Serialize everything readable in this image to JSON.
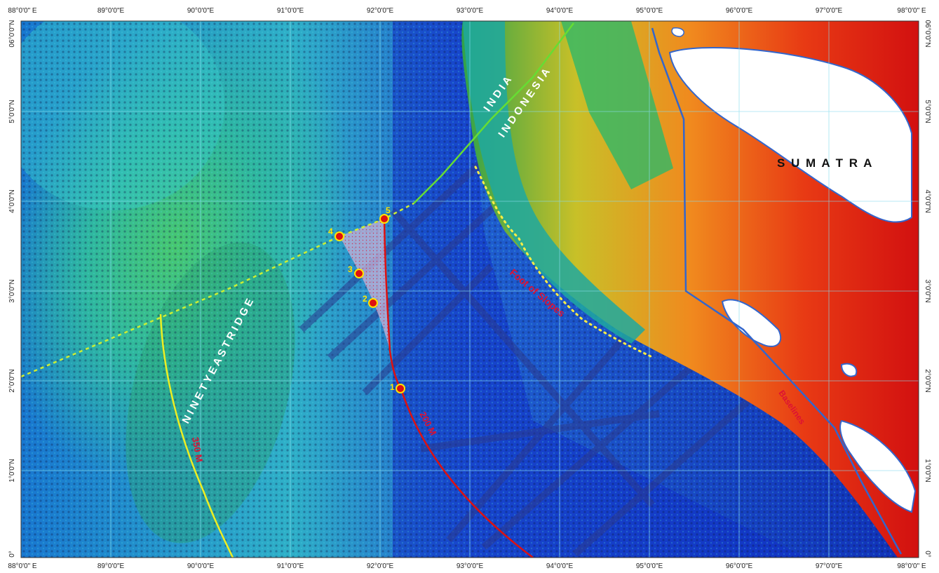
{
  "axes": {
    "lon_labels": [
      "88°0'0\" E",
      "89°0'0\"E",
      "90°0'0\"E",
      "91°0'0\"E",
      "92°0'0\"E",
      "93°0'0\"E",
      "94°0'0\"E",
      "95°0'0\"E",
      "96°0'0\"E",
      "97°0'0\"E",
      "98°0'0\" E"
    ],
    "lat_labels_left": [
      "06°0'0\"N",
      "5°0'0\"N",
      "4°0'0\"N",
      "3°0'0\"N",
      "2°0'0\"N",
      "1°0'0\"N",
      "0°"
    ],
    "lat_labels_right": [
      "06°0'0\"N",
      "5°0'0\"N",
      "4°0'0\"N",
      "3°0'0\"N",
      "2°0'0\"N",
      "1°0'0\"N",
      "0°"
    ]
  },
  "labels": {
    "sumatra": "S U M A T R A",
    "india": "I N D I A",
    "indonesia": "I N D O N E S I A",
    "ninety_east_ridge": "N I N E T Y   E A S T   R I D G E",
    "foot_of_slopes": "Foot of Slopes",
    "m200": "200 M",
    "m350": "350 M",
    "baselines": "Baselines"
  },
  "points": [
    {
      "id": "1",
      "label": "1"
    },
    {
      "id": "2",
      "label": "2"
    },
    {
      "id": "3",
      "label": "3"
    },
    {
      "id": "4",
      "label": "4"
    },
    {
      "id": "5",
      "label": "5"
    }
  ],
  "colors": {
    "boundary_green": "#66dd33",
    "boundary_dotted": "#ccee33",
    "limit_200": "#dd1111",
    "limit_350": "#eeee22",
    "baseline_blue": "#3366cc",
    "foot_of_slope": "#ffee44",
    "graticule": "#88ddee"
  }
}
